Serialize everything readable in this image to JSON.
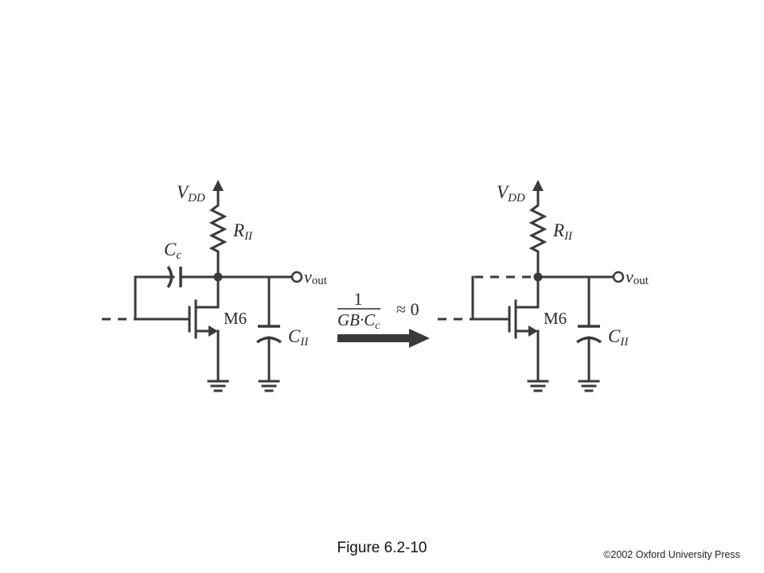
{
  "figure": {
    "caption": "Figure 6.2-10",
    "copyright": "©2002 Oxford University Press"
  },
  "labels": {
    "vdd_main": "V",
    "vdd_sub": "DD",
    "r_main": "R",
    "r_sub": "II",
    "c_main": "C",
    "c_sub": "II",
    "cc_main": "C",
    "cc_sub": "c",
    "vout_main": "v",
    "vout_sub": "out",
    "transistor": "M6"
  },
  "transform": {
    "numerator": "1",
    "denominator_main": "GB·C",
    "denominator_sub": "c",
    "approx": "≈ 0"
  }
}
